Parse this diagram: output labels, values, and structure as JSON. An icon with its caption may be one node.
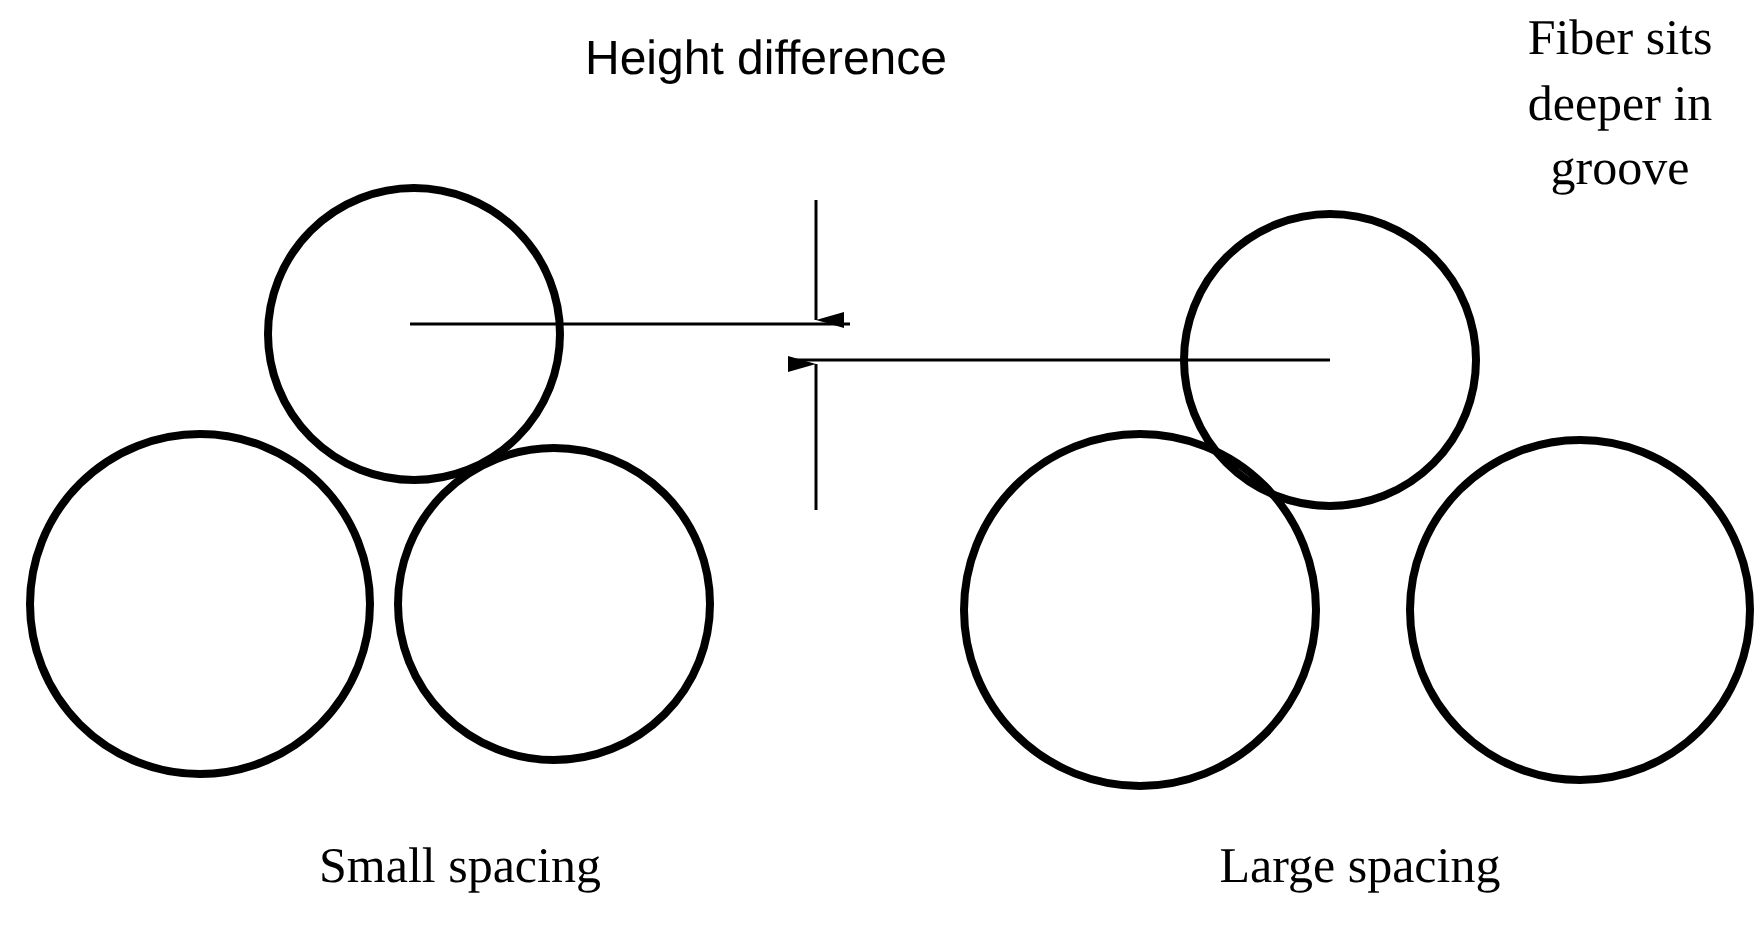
{
  "diagram": {
    "labels": [
      "Height difference",
      "Fiber sits deeper in groove",
      "Small spacing",
      "Large spacing"
    ]
  }
}
